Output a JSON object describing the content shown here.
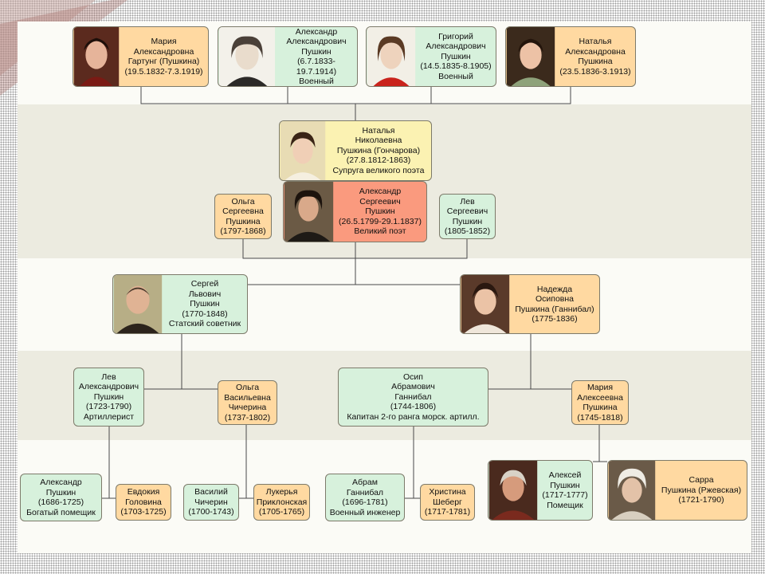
{
  "persons": {
    "mariya_a": [
      "Мария",
      "Александровна",
      "Гартунг (Пушкина)",
      "(19.5.1832-7.3.1919)"
    ],
    "aleksandr_a": [
      "Александр",
      "Александрович",
      "Пушкин",
      "(6.7.1833-19.7.1914)",
      "Военный"
    ],
    "grigoriy": [
      "Григорий",
      "Александрович",
      "Пушкин",
      "(14.5.1835-8.1905)",
      "Военный"
    ],
    "natalya_a": [
      "Наталья",
      "Александровна",
      "Пушкина",
      "(23.5.1836-3.1913)"
    ],
    "natalya_n": [
      "Наталья",
      "Николаевна",
      "Пушкина (Гончарова)",
      "(27.8.1812-1863)",
      "Супруга великого поэта"
    ],
    "aleksandr_s": [
      "Александр",
      "Сергеевич",
      "Пушкин",
      "(26.5.1799-29.1.1837)",
      "Великий поэт"
    ],
    "olga_s": [
      "Ольга",
      "Сергеевна",
      "Пушкина",
      "(1797-1868)"
    ],
    "lev_s": [
      "Лев",
      "Сергеевич",
      "Пушкин",
      "(1805-1852)"
    ],
    "sergey": [
      "Сергей",
      "Львович",
      "Пушкин",
      "(1770-1848)",
      "Статский советник"
    ],
    "nadezhda": [
      "Надежда",
      "Осиповна",
      "Пушкина (Ганнибал)",
      "(1775-1836)"
    ],
    "lev_a": [
      "Лев",
      "Александрович",
      "Пушкин",
      "(1723-1790)",
      "Артиллерист"
    ],
    "olga_v": [
      "Ольга",
      "Васильевна",
      "Чичерина",
      "(1737-1802)"
    ],
    "osip": [
      "Осип",
      "Абрамович",
      "Ганнибал",
      "(1744-1806)",
      "Капитан 2-го ранга морск. артилл."
    ],
    "mariya_al": [
      "Мария",
      "Алексеевна",
      "Пушкина",
      "(1745-1818)"
    ],
    "aleksandr_p": [
      "Александр",
      "Пушкин",
      "(1686-1725)",
      "Богатый помещик"
    ],
    "evdokiya": [
      "Евдокия",
      "Головина",
      "(1703-1725)"
    ],
    "vasiliy": [
      "Василий",
      "Чичерин",
      "(1700-1743)"
    ],
    "lukerya": [
      "Лукерья",
      "Приклонская",
      "(1705-1765)"
    ],
    "abram": [
      "Абрам",
      "Ганнибал",
      "(1696-1781)",
      "Военный инженер"
    ],
    "khristina": [
      "Христина",
      "Шеберг",
      "(1717-1781)"
    ],
    "aleksey": [
      "Алексей",
      "Пушкин",
      "(1717-1777)",
      "Помещик"
    ],
    "sarra": [
      "Сарра",
      "Пушкина (Ржевская)",
      "(1721-1790)"
    ]
  },
  "colors": {
    "female": "#ffd9a1",
    "male": "#d7f1dc",
    "spouse_of_poet": "#fbf2b2",
    "poet": "#fa9a7e",
    "connector": "#4a4a4a",
    "band": "#ecebe0"
  }
}
